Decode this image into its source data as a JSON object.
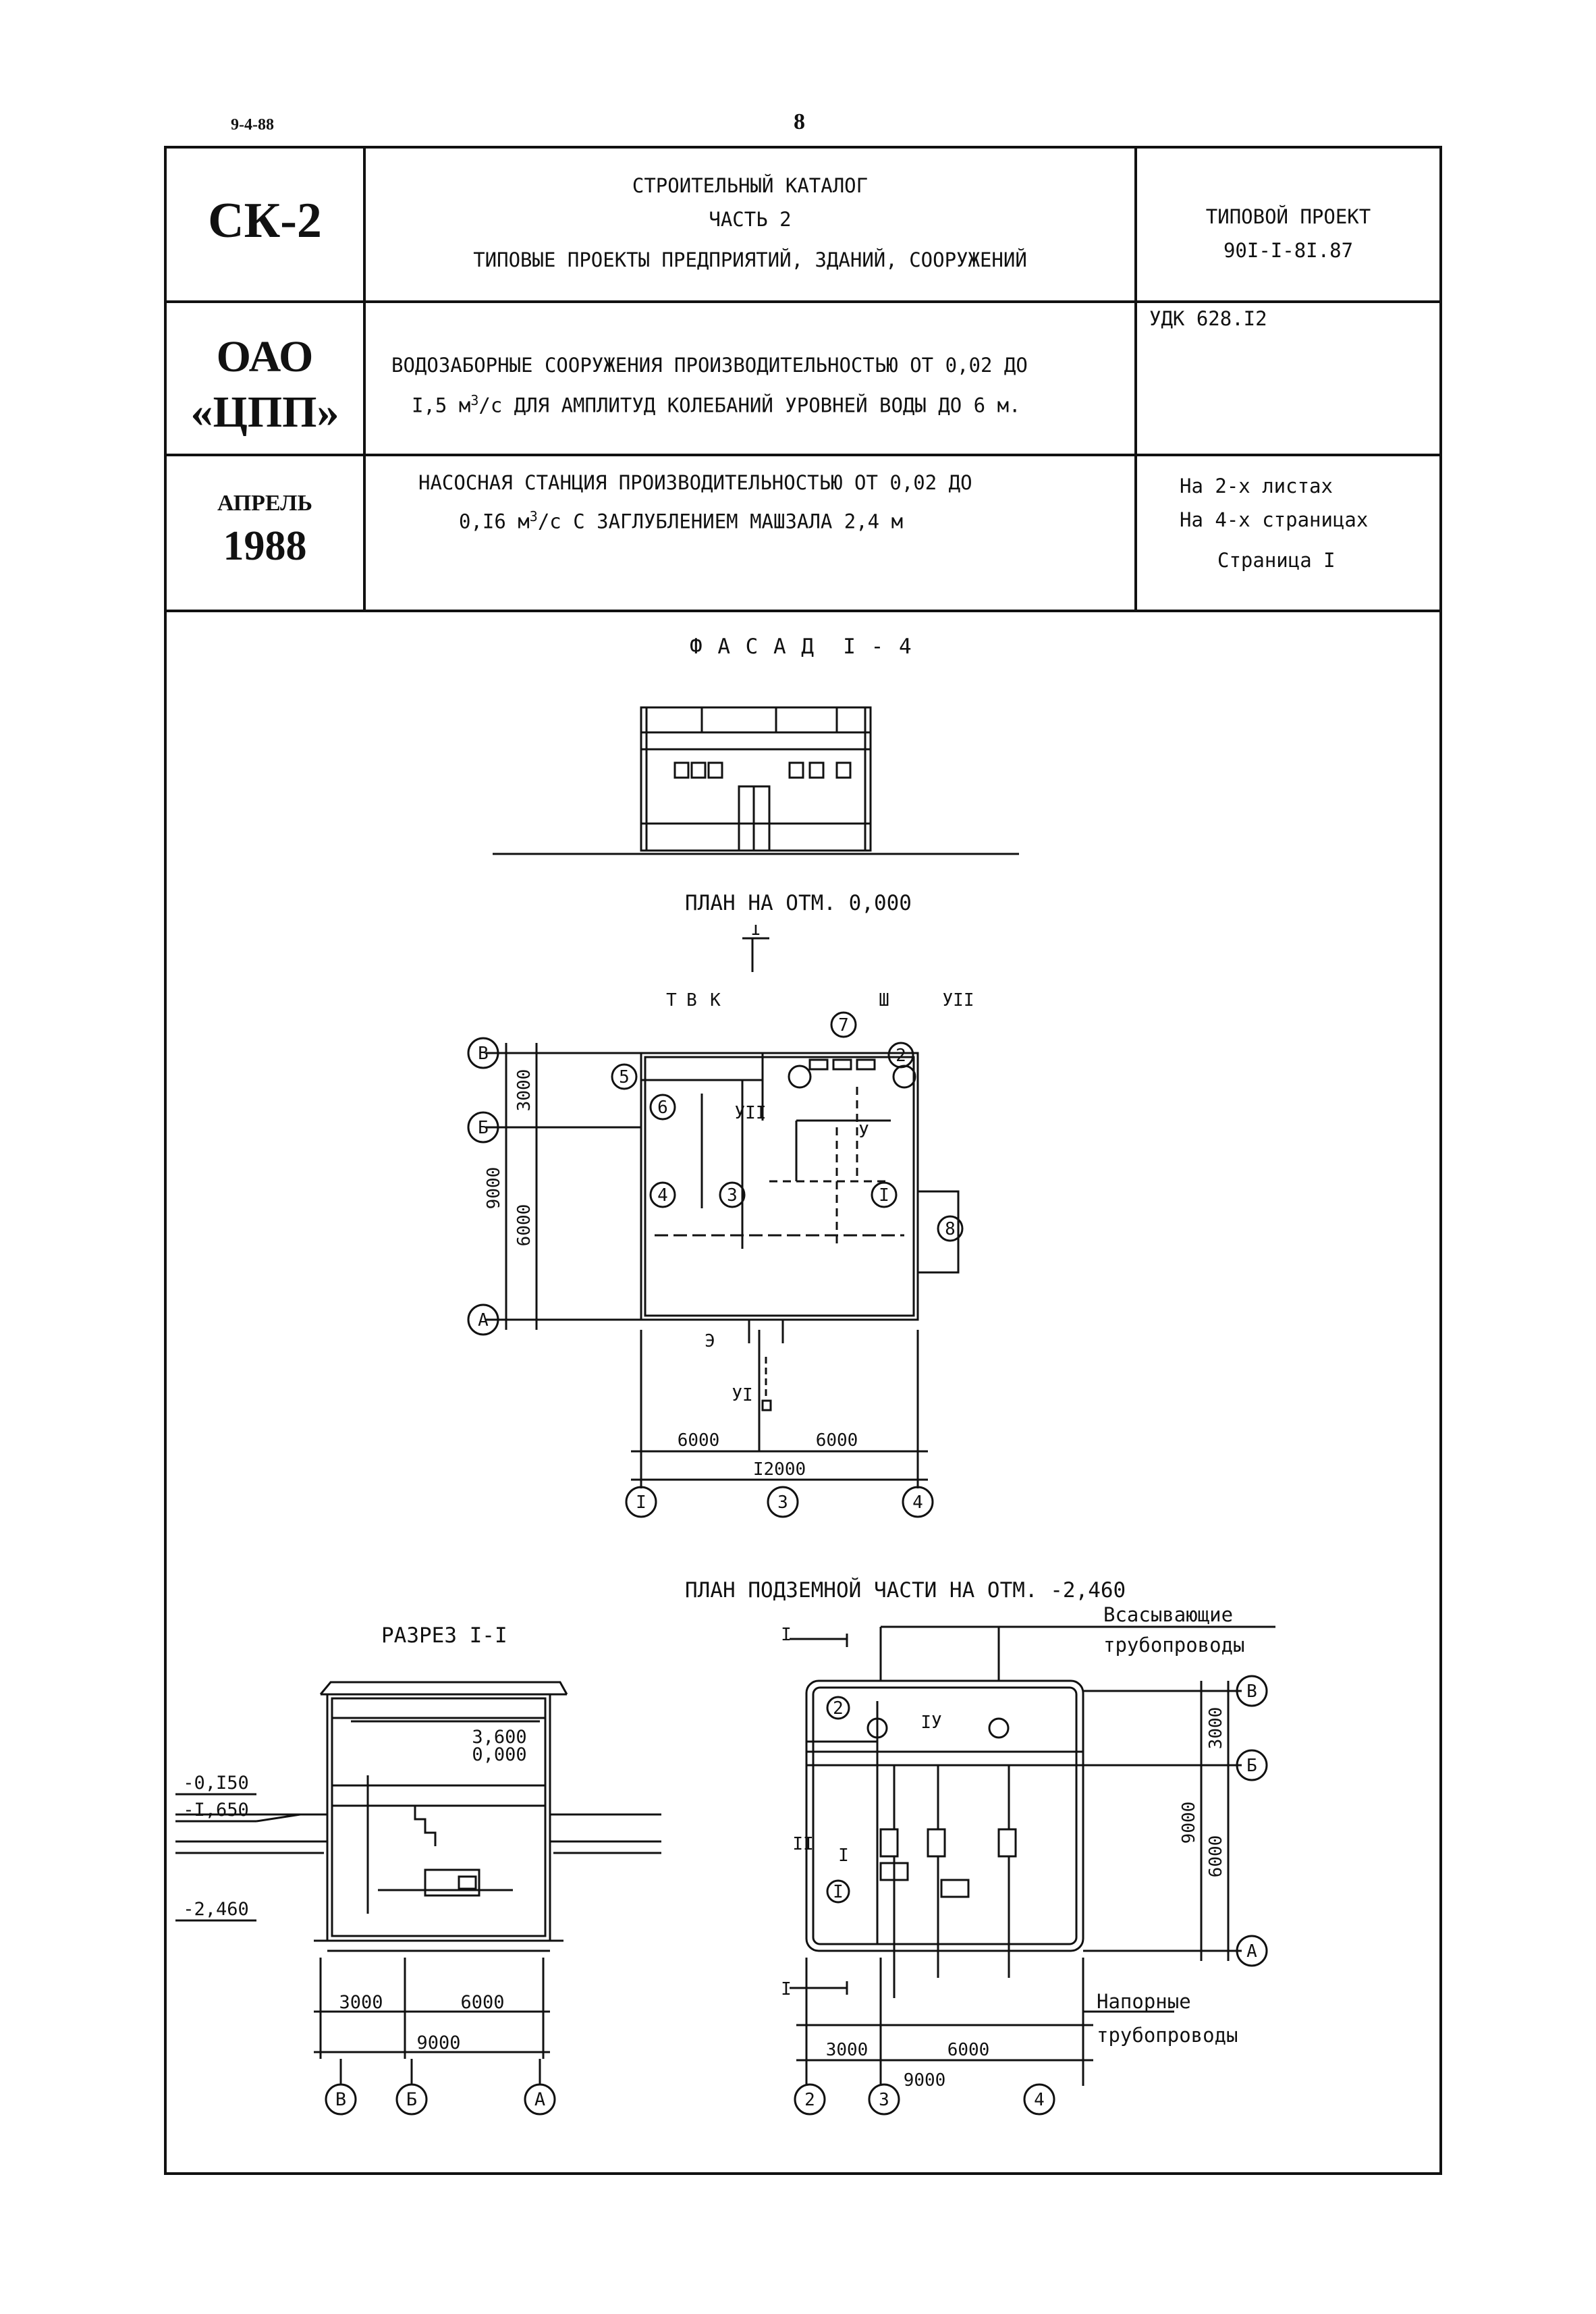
{
  "header": {
    "code": "9-4-88",
    "page_number": "8"
  },
  "title_block": {
    "series": "СК-2",
    "catalog_line1": "СТРОИТЕЛЬНЫЙ КАТАЛОГ",
    "catalog_line2": "ЧАСТЬ 2",
    "catalog_line3": "ТИПОВЫЕ ПРОЕКТЫ ПРЕДПРИЯТИЙ, ЗДАНИЙ, СООРУЖЕНИЙ",
    "project_label": "ТИПОВОЙ ПРОЕКТ",
    "project_number": "90I-I-8I.87",
    "org_line1": "ОАО",
    "org_line2": "«ЦПП»",
    "description_line1": "ВОДОЗАБОРНЫЕ СООРУЖЕНИЯ ПРОИЗВОДИТЕЛЬНОСТЬЮ ОТ 0,02 ДО",
    "description_line2_pre": "I,5 м",
    "description_line2_sup": "3",
    "description_line2_post": "/с ДЛЯ АМПЛИТУД КОЛЕБАНИЙ УРОВНЕЙ ВОДЫ ДО 6 м.",
    "udk": "УДК 628.I2",
    "month": "АПРЕЛЬ",
    "year": "1988",
    "station_line1": "НАСОСНАЯ СТАНЦИЯ ПРОИЗВОДИТЕЛЬНОСТЬЮ ОТ 0,02 ДО",
    "station_line2_pre": "0,I6 м",
    "station_line2_sup": "3",
    "station_line2_post": "/с С ЗАГЛУБЛЕНИЕМ МАШЗАЛА 2,4 м",
    "sheets": "На 2-х листах",
    "pages": "На 4-х страницах",
    "page": "Страница I"
  },
  "facade": {
    "title": "Ф А С А Д  I - 4"
  },
  "plan": {
    "title": "ПЛАН НА ОТМ. 0,000",
    "section_mark": "I",
    "inputs": [
      "Т",
      "В",
      "К"
    ],
    "marks": [
      "Ш",
      "УII",
      "УII",
      "У",
      "УI",
      "Э"
    ],
    "rooms": [
      "I",
      "2",
      "3",
      "4",
      "5",
      "6",
      "7",
      "8"
    ],
    "axes_rows": [
      "В",
      "Б",
      "А"
    ],
    "axes_cols": [
      "I",
      "3",
      "4"
    ],
    "dims": [
      "3000",
      "6000",
      "9000",
      "6000",
      "6000",
      "I2000"
    ]
  },
  "section": {
    "title": "РАЗРЕЗ I-I",
    "levels": [
      "-0,I50",
      "-I,650",
      "-2,460",
      "3,600",
      "0,000"
    ],
    "dims": [
      "3000",
      "6000",
      "9000"
    ],
    "axes": [
      "В",
      "Б",
      "А"
    ]
  },
  "underground": {
    "title": "ПЛАН ПОДЗЕМНОЙ ЧАСТИ НА ОТМ. -2,460",
    "suction_line1": "Всасывающие",
    "suction_line2": "трубопроводы",
    "pressure_line1": "Напорные",
    "pressure_line2": "трубопроводы",
    "marks": [
      "I",
      "I",
      "II",
      "IУ",
      "I"
    ],
    "rooms": [
      "2",
      "I"
    ],
    "dims": [
      "3000",
      "6000",
      "9000",
      "3000",
      "6000",
      "9000"
    ],
    "axes_rows": [
      "В",
      "Б",
      "А"
    ],
    "axes_cols": [
      "2",
      "3",
      "4"
    ]
  }
}
